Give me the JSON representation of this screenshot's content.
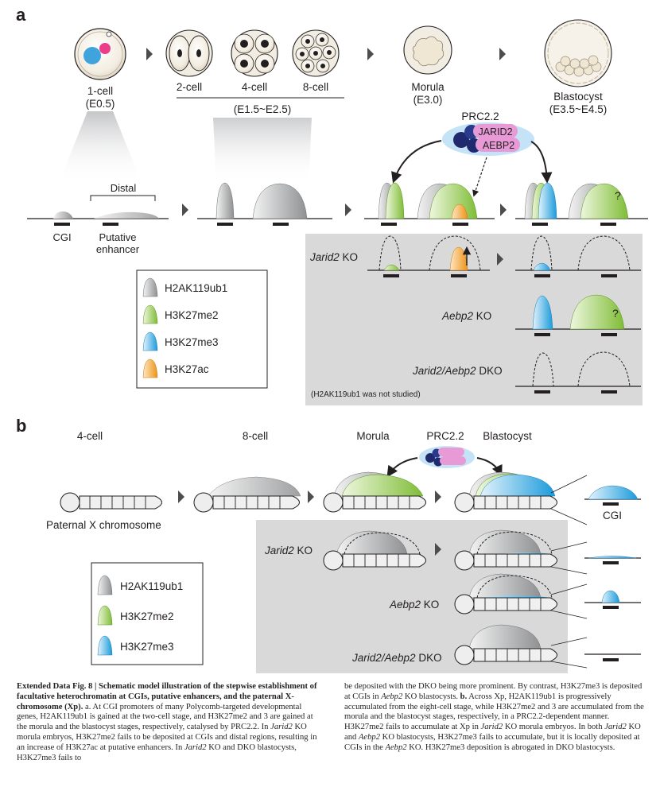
{
  "panel_a": {
    "label": "a",
    "stages": [
      {
        "name": "1-cell",
        "time": "(E0.5)"
      },
      {
        "name": "2-cell"
      },
      {
        "name": "4-cell"
      },
      {
        "name": "8-cell"
      },
      {
        "name": "Morula",
        "time": "(E3.0)"
      },
      {
        "name": "Blastocyst",
        "time": "(E3.5~E4.5)"
      }
    ],
    "cleavage_range": "(E1.5~E2.5)",
    "prc_complex": {
      "name": "PRC2.2",
      "subunit1": "JARID2",
      "subunit2": "AEBP2"
    },
    "genomic_labels": {
      "distal": "Distal",
      "cgi": "CGI",
      "enhancer_line1": "Putative",
      "enhancer_line2": "enhancer"
    },
    "question_mark": "?",
    "legend": [
      "H2AK119ub1",
      "H3K27me2",
      "H3K27me3",
      "H3K27ac"
    ],
    "knockouts": {
      "jarid2_gene": "Jarid2",
      "aebp2_gene": "Aebp2",
      "ko_suffix": " KO",
      "dko_gene": "Jarid2/Aebp2",
      "dko_suffix": " DKO",
      "note": "(H2AK119ub1 was not studied)"
    }
  },
  "panel_b": {
    "label": "b",
    "stages": [
      "4-cell",
      "8-cell",
      "Morula",
      "Blastocyst"
    ],
    "prc": "PRC2.2",
    "chromosome_label": "Paternal X chromosome",
    "cgi_label": "CGI",
    "legend": [
      "H2AK119ub1",
      "H3K27me2",
      "H3K27me3"
    ]
  },
  "colors": {
    "h2ak119ub1": "#9d9fa2",
    "h3k27me2": "#8cc63e",
    "h3k27me3": "#29a9e1",
    "h3k27ac": "#f39c1f",
    "grey_panel": "#d9d9d9",
    "pink_nucleus": "#ec3d8b",
    "blue_nucleus": "#3fa4dc",
    "prc_navy": "#1f2a6e",
    "prc_pink": "#e89ad6",
    "prc_oval": "#c5e3f6"
  },
  "caption": {
    "col1": {
      "heading": "Extended Data Fig. 8 | Schematic model illustration of the stepwise establishment of facultative heterochromatin at CGIs, putative enhancers, and the paternal X-chromosome (Xp).",
      "t1": " a. At CGI promoters of many Polycomb-targeted developmental genes, H2AK119ub1 is gained at the two-cell stage, and H3K27me2 and 3 are gained at the morula and the blastocyst stages, respectively, catalysed by PRC2.2. In ",
      "i1": "Jarid2",
      "t2": " KO morula embryos, H3K27me2 fails to be deposited at CGIs and distal regions, resulting in an increase of H3K27ac at putative enhancers. In ",
      "i2": "Jarid2",
      "t3": " KO and DKO blastocysts, H3K27me3 fails to"
    },
    "col2": {
      "t1": "be deposited with the DKO being more prominent. By contrast, H3K27me3 is deposited at CGIs in ",
      "i1": "Aebp2",
      "t2": " KO blastocysts. ",
      "b1": "b.",
      "t3": " Across Xp, H2AK119ub1 is progressively accumulated from the eight-cell stage, while H3K27me2 and 3 are accumulated from the morula and the blastocyst stages, respectively, in a PRC2.2-dependent manner. H3K27me2 fails to accumulate at Xp in ",
      "i2": "Jarid2",
      "t4": " KO morula embryos. In both ",
      "i3": "Jarid2",
      "t5": " KO and ",
      "i4": "Aebp2",
      "t6": " KO blastocysts, H3K27me3 fails to accumulate, but it is locally deposited at CGIs in the ",
      "i5": "Aebp2",
      "t7": " KO. H3K27me3 deposition is abrogated in DKO blastocysts."
    }
  }
}
